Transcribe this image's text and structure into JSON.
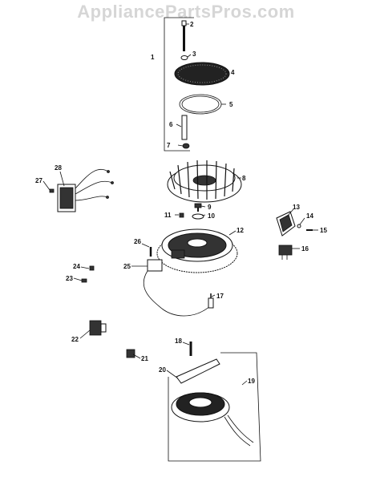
{
  "watermark": "AppliancePartsPros.com",
  "callouts": [
    "1",
    "2",
    "3",
    "4",
    "5",
    "6",
    "7",
    "8",
    "9",
    "10",
    "11",
    "12",
    "13",
    "14",
    "15",
    "16",
    "17",
    "18",
    "19",
    "20",
    "21",
    "22",
    "23",
    "24",
    "25",
    "26",
    "27",
    "28"
  ]
}
